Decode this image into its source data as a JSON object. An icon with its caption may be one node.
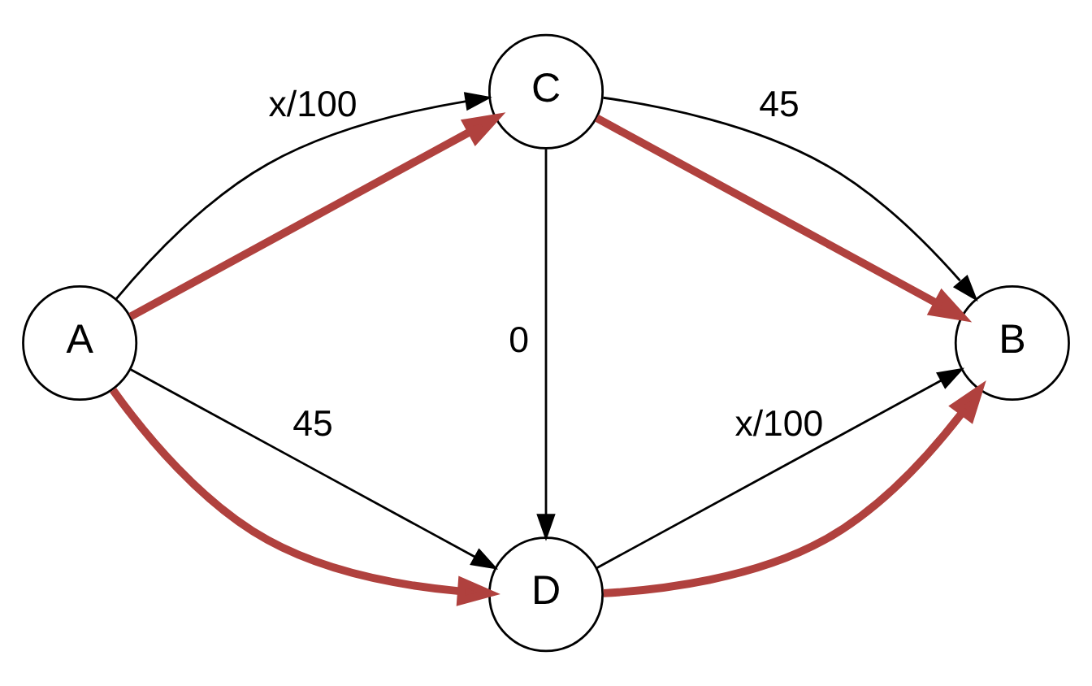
{
  "diagram": {
    "nodes": [
      {
        "text": [
          "A"
        ]
      },
      {
        "text": [
          "C"
        ]
      },
      {
        "text": [
          "D"
        ]
      },
      {
        "text": [
          "B"
        ]
      }
    ],
    "edges": [
      {
        "from": 0,
        "to": 1,
        "arrow": "to",
        "label": "x/100"
      },
      {
        "from": 0,
        "to": 2,
        "arrow": "to",
        "label": "45"
      },
      {
        "from": 1,
        "to": 2,
        "arrow": "to",
        "label": "0"
      },
      {
        "from": 1,
        "to": 3,
        "arrow": "to",
        "label": "45"
      },
      {
        "from": 2,
        "to": 3,
        "arrow": "to",
        "label": "x/100"
      },
      {
        "from": 0,
        "to": 1,
        "arrow": "to",
        "style": "thick",
        "color": "#b0413e"
      },
      {
        "from": 0,
        "to": 2,
        "arrow": "to",
        "style": "thick",
        "color": "#b0413e"
      },
      {
        "from": 1,
        "to": 3,
        "arrow": "to",
        "style": "thick",
        "color": "#b0413e"
      },
      {
        "from": 2,
        "to": 3,
        "arrow": "to",
        "style": "thick",
        "color": "#b0413e"
      }
    ]
  }
}
